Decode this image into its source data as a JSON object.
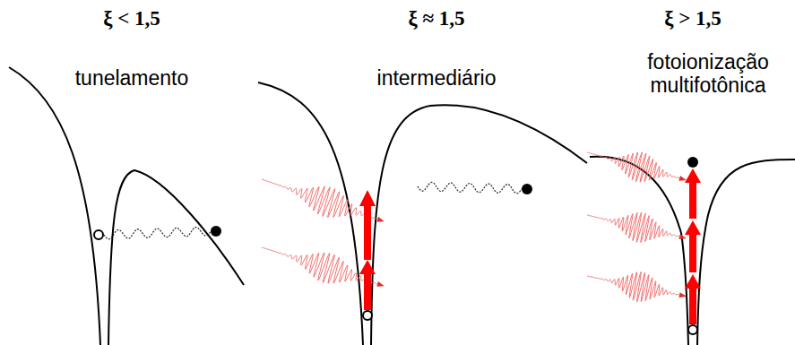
{
  "diagram": {
    "labels": [
      "ξ < 1,5",
      "tunelamento",
      "ξ ≈ 1,5",
      "intermediário",
      "ξ > 1,5",
      "fotoionização multifotônica"
    ]
  }
}
